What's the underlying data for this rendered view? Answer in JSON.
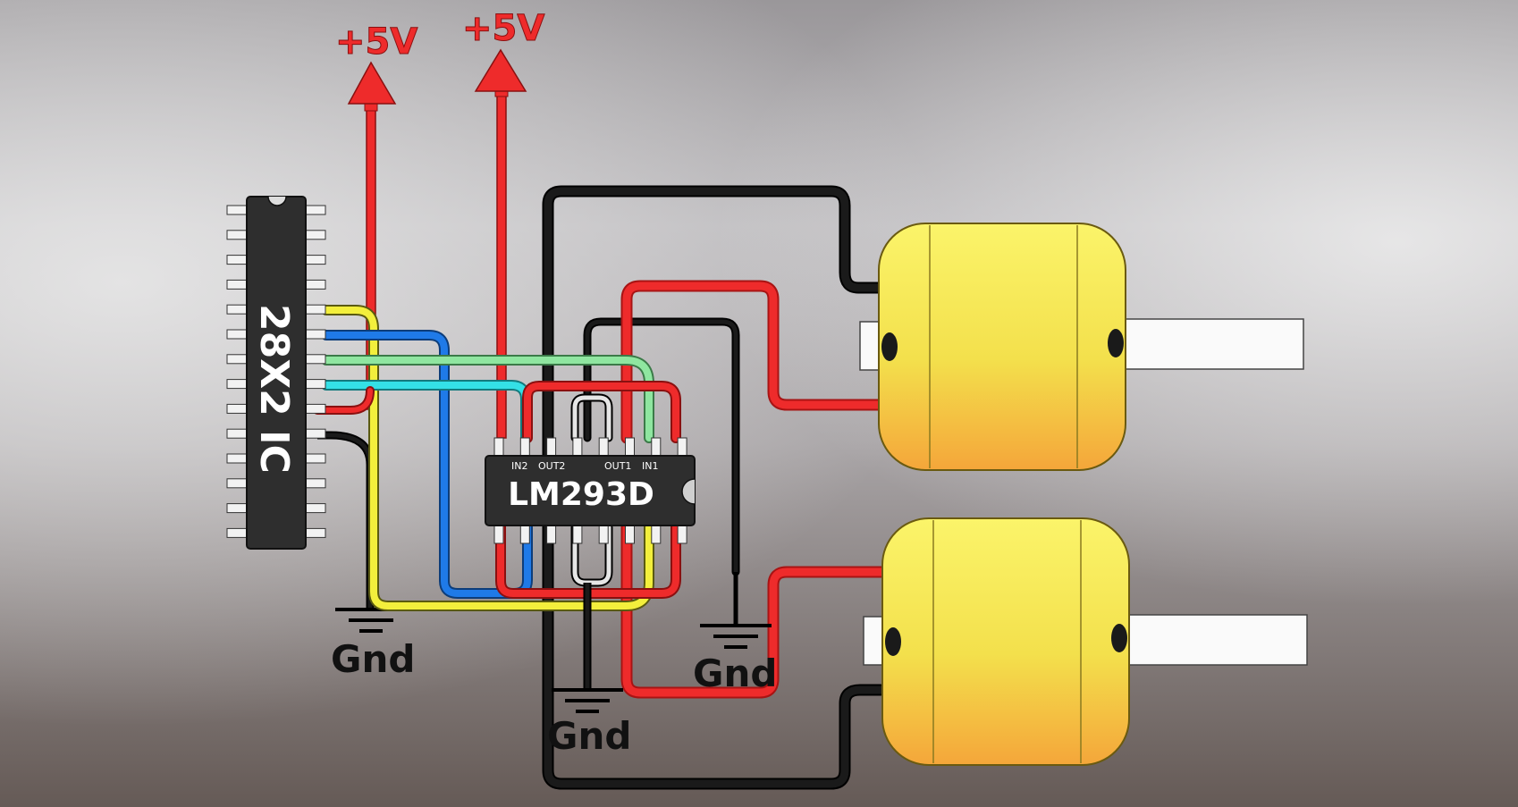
{
  "labels": {
    "supply_left": "+5V",
    "supply_right": "+5V",
    "mcu_name": "28X2 IC",
    "driver_name": "LM293D",
    "driver_pin_in2": "IN2",
    "driver_pin_out2": "OUT2",
    "driver_pin_out1": "OUT1",
    "driver_pin_in1": "IN1",
    "gnd_left": "Gnd",
    "gnd_center": "Gnd",
    "gnd_right": "Gnd"
  },
  "colors": {
    "power": "#ee2b2b",
    "ground_wire": "#151515",
    "signal_yellow": "#f3ef3c",
    "signal_blue": "#1f7ae8",
    "signal_green": "#8fe6a0",
    "signal_cyan": "#34e0e6",
    "motor_body": "#f6f04a",
    "chip_body": "#2e2e2e"
  },
  "components": {
    "mcu": "28X2 IC",
    "driver": "LM293D",
    "motor_count": 2
  }
}
